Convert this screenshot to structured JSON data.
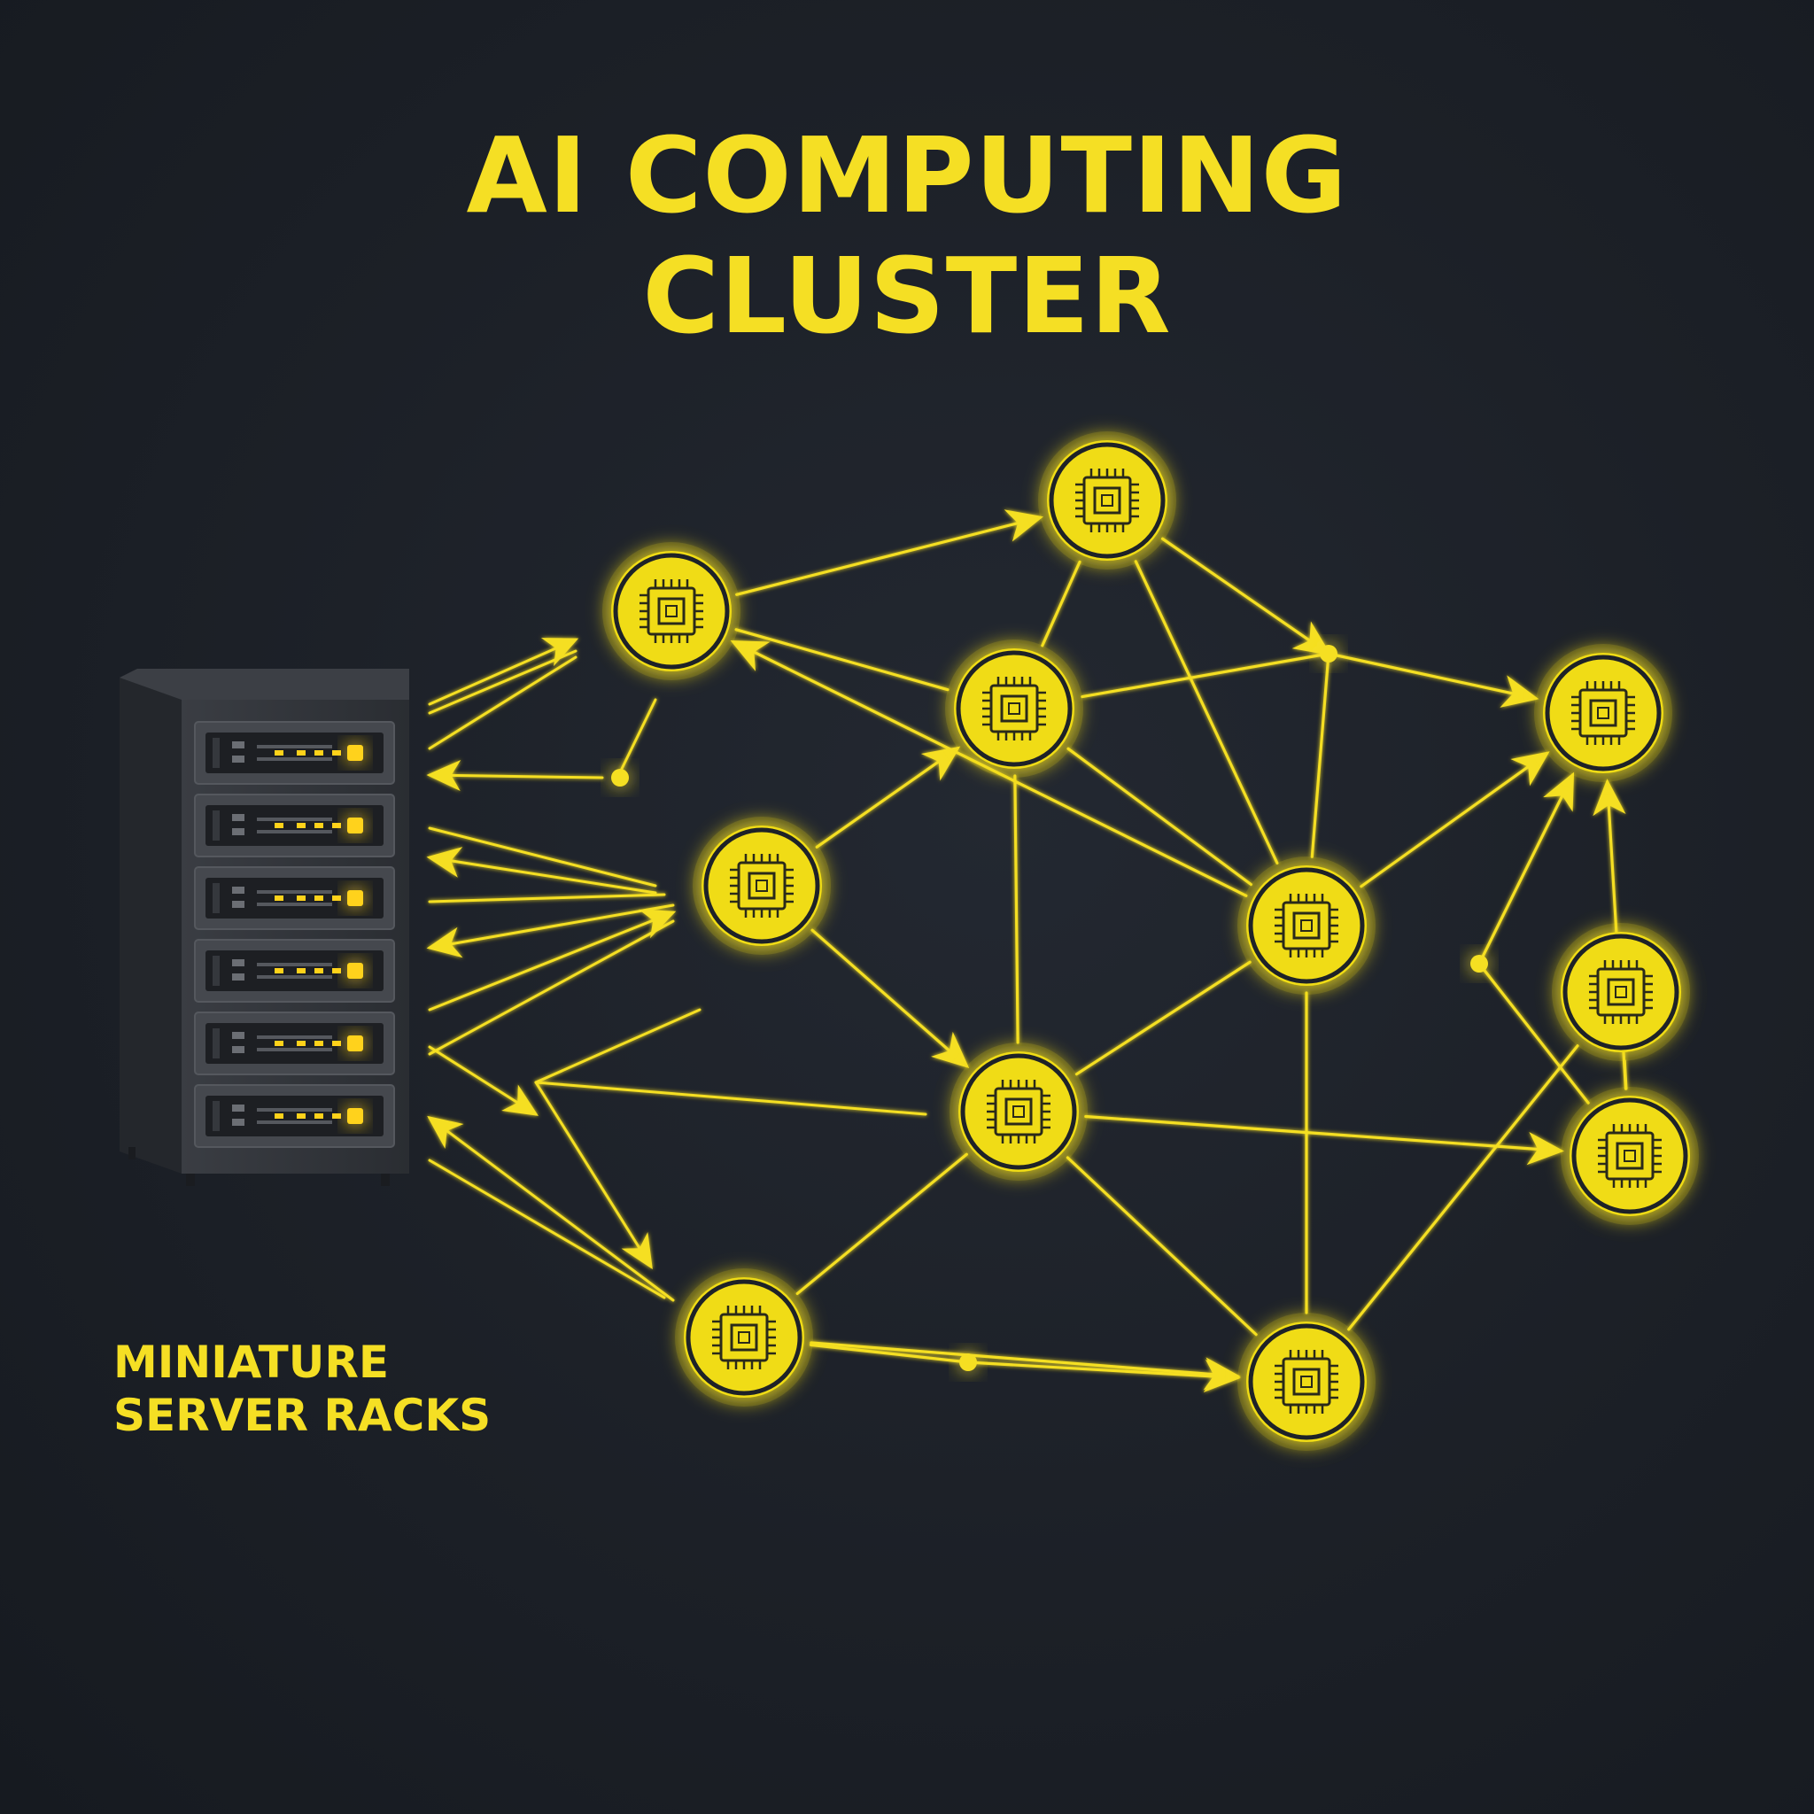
{
  "title": {
    "line1": "AI COMPUTING",
    "line2": "CLUSTER"
  },
  "rack_label": {
    "line1": "MINIATURE",
    "line2": "SERVER RACKS"
  },
  "colors": {
    "accent": "#f5df24",
    "node_fill": "#f0dc12",
    "node_ring": "#1e2228",
    "rack_body": "#2f3238",
    "rack_side": "#24272c",
    "led": "#ffd21a",
    "background": "#1c2027"
  },
  "icons": {
    "node": "cpu-chip-icon",
    "rack": "server-rack-icon"
  },
  "nodes": [
    {
      "id": "n1"
    },
    {
      "id": "n2"
    },
    {
      "id": "n3"
    },
    {
      "id": "n4"
    },
    {
      "id": "n5"
    },
    {
      "id": "n6"
    },
    {
      "id": "n7"
    },
    {
      "id": "n8"
    },
    {
      "id": "n9"
    },
    {
      "id": "n10"
    },
    {
      "id": "n11"
    }
  ],
  "junctions": [
    {
      "id": "j1"
    },
    {
      "id": "j2"
    },
    {
      "id": "j3"
    },
    {
      "id": "j4"
    }
  ],
  "edges": [
    {
      "from": "n1",
      "to": "n2",
      "directed": true
    },
    {
      "from": "n1",
      "to": "n3",
      "directed": false
    },
    {
      "from": "n2",
      "to": "n3",
      "directed": false
    },
    {
      "from": "n2",
      "to": "j1",
      "directed": true
    },
    {
      "from": "j1",
      "to": "n4",
      "directed": true
    },
    {
      "from": "n2",
      "to": "n6",
      "directed": false
    },
    {
      "from": "n3",
      "to": "n6",
      "directed": false
    },
    {
      "from": "n3",
      "to": "n7",
      "directed": false
    },
    {
      "from": "j1",
      "to": "n6",
      "directed": false
    },
    {
      "from": "j1",
      "to": "n3",
      "directed": false
    },
    {
      "from": "n6",
      "to": "n1",
      "directed": true
    },
    {
      "from": "n5",
      "to": "n3",
      "directed": true
    },
    {
      "from": "n5",
      "to": "n7",
      "directed": true
    },
    {
      "from": "n6",
      "to": "n4",
      "directed": true
    },
    {
      "from": "n6",
      "to": "n7",
      "directed": false
    },
    {
      "from": "n6",
      "to": "n10",
      "directed": false
    },
    {
      "from": "n7",
      "to": "n9",
      "directed": true
    },
    {
      "from": "n7",
      "to": "n8",
      "directed": false
    },
    {
      "from": "n7",
      "to": "n10",
      "directed": false
    },
    {
      "from": "n8",
      "to": "n10",
      "directed": true
    },
    {
      "from": "n10",
      "to": "n11",
      "directed": false
    },
    {
      "from": "n9",
      "to": "n4",
      "directed": true
    },
    {
      "from": "n9",
      "to": "j3",
      "directed": false
    },
    {
      "from": "j3",
      "to": "n4",
      "directed": true
    },
    {
      "from": "n8",
      "to": "j4",
      "directed": false
    },
    {
      "from": "j4",
      "to": "n10",
      "directed": true
    },
    {
      "from": "n9",
      "to": "n11",
      "directed": false
    }
  ]
}
